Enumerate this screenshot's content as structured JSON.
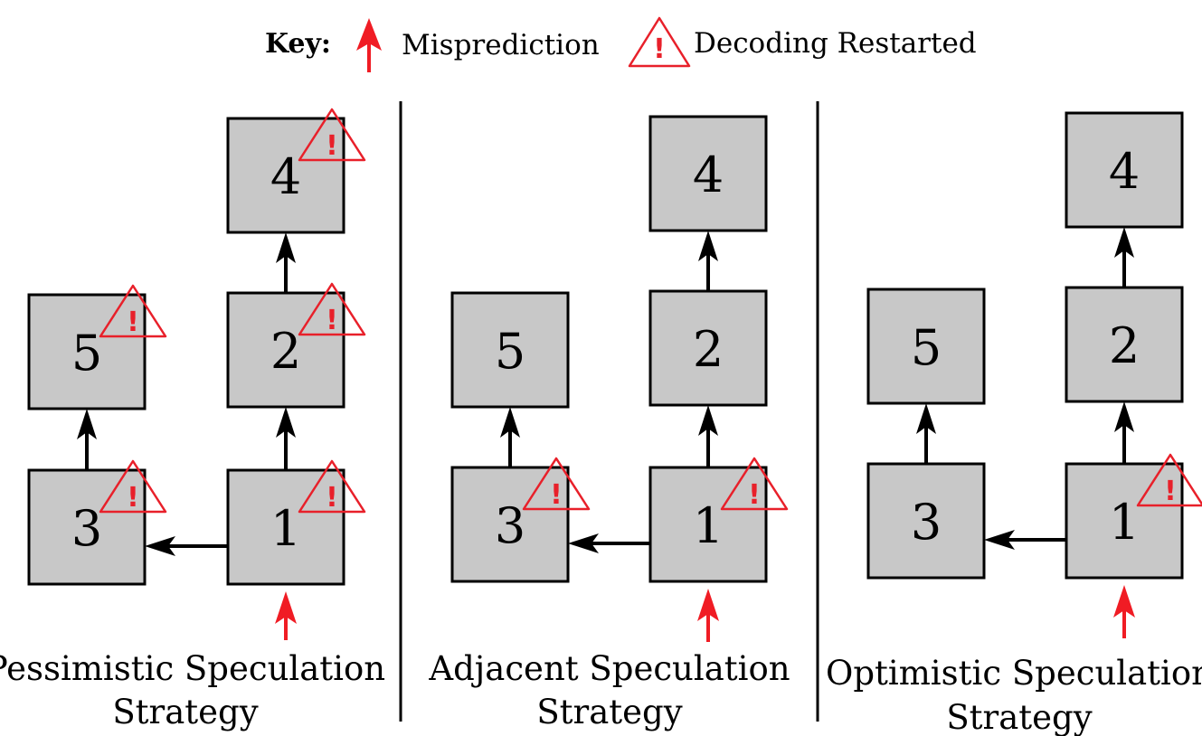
{
  "key": {
    "label": "Key:",
    "misprediction": "Misprediction",
    "restarted": "Decoding Restarted",
    "warn_mark": "!"
  },
  "colors": {
    "box_fill": "#c8c8c8",
    "alert_red": "#e8202a",
    "arrow_black": "#000000"
  },
  "icons": [
    "red-up-arrow-icon",
    "warning-triangle-icon"
  ],
  "panels": [
    {
      "id": "pessimistic",
      "caption_line1": "Pessimistic Speculation",
      "caption_line2": "Strategy",
      "nodes": [
        {
          "id": "1",
          "label": "1",
          "restarted": true
        },
        {
          "id": "2",
          "label": "2",
          "restarted": true
        },
        {
          "id": "3",
          "label": "3",
          "restarted": true
        },
        {
          "id": "4",
          "label": "4",
          "restarted": true
        },
        {
          "id": "5",
          "label": "5",
          "restarted": true
        }
      ],
      "edges": [
        [
          "1",
          "2"
        ],
        [
          "2",
          "4"
        ],
        [
          "1",
          "3"
        ],
        [
          "3",
          "5"
        ]
      ],
      "misprediction_at": "1"
    },
    {
      "id": "adjacent",
      "caption_line1": "Adjacent Speculation",
      "caption_line2": "Strategy",
      "nodes": [
        {
          "id": "1",
          "label": "1",
          "restarted": true
        },
        {
          "id": "2",
          "label": "2",
          "restarted": false
        },
        {
          "id": "3",
          "label": "3",
          "restarted": true
        },
        {
          "id": "4",
          "label": "4",
          "restarted": false
        },
        {
          "id": "5",
          "label": "5",
          "restarted": false
        }
      ],
      "edges": [
        [
          "1",
          "2"
        ],
        [
          "2",
          "4"
        ],
        [
          "1",
          "3"
        ],
        [
          "3",
          "5"
        ]
      ],
      "misprediction_at": "1"
    },
    {
      "id": "optimistic",
      "caption_line1": "Optimistic Speculation",
      "caption_line2": "Strategy",
      "nodes": [
        {
          "id": "1",
          "label": "1",
          "restarted": true
        },
        {
          "id": "2",
          "label": "2",
          "restarted": false
        },
        {
          "id": "3",
          "label": "3",
          "restarted": false
        },
        {
          "id": "4",
          "label": "4",
          "restarted": false
        },
        {
          "id": "5",
          "label": "5",
          "restarted": false
        }
      ],
      "edges": [
        [
          "1",
          "2"
        ],
        [
          "2",
          "4"
        ],
        [
          "1",
          "3"
        ],
        [
          "3",
          "5"
        ]
      ],
      "misprediction_at": "1"
    }
  ]
}
